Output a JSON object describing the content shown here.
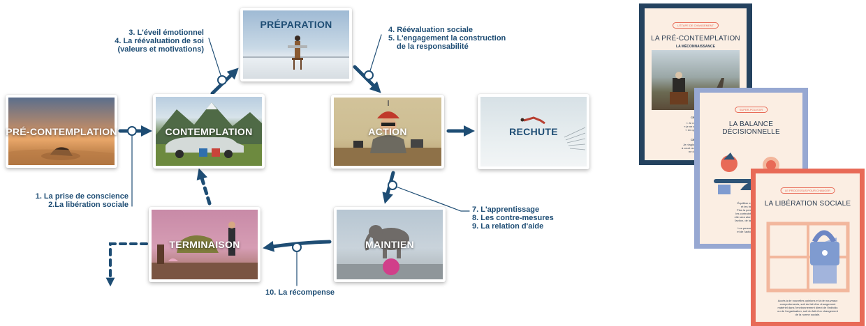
{
  "stages": {
    "precontemplation": "PRÉ-CONTEMPLATION",
    "contemplation": "CONTEMPLATION",
    "preparation": "PRÉPARATION",
    "action": "ACTION",
    "rechute": "RECHUTE",
    "maintien": "MAINTIEN",
    "terminaison": "TERMINAISON"
  },
  "processes": {
    "p1": "1. La prise de conscience",
    "p2": "2.La libération sociale",
    "p3": "3. L'éveil émotionnel",
    "p4a": "4. La réévaluation de soi",
    "p4b": "(valeurs et motivations)",
    "p5a": "4. Réévaluation sociale",
    "p5b": "5. L'engagement la construction",
    "p5c": "de la responsabilité",
    "p7": "7. L'apprentissage",
    "p8": "8. Les contre-mesures",
    "p9": "9. La relation d'aide",
    "p10": "10. La récompense"
  },
  "posters": {
    "first": {
      "tag": "L'ÉTAPE DE CHANGEMENT",
      "title": "LA PRÉ-CONTEMPLATION",
      "subtitle": "LA MÉCONNAISSANCE",
      "line1": "CE QUI",
      "line2": "« Je ne suis pa",
      "line3": "« je ne sais pas qu",
      "line4": "« en quoi suis-jo",
      "line5": "CE QUI",
      "line6": "Je n'agis pas, je n'ai",
      "line7": "à court ou moyen term",
      "line8": "ne demand"
    },
    "second": {
      "tag": "SUPER-POUVOIR",
      "title": "LA BALANCE DÉCISIONNELLE",
      "line1": "Équilibre entre les cou",
      "line2": "et les bénéfices, ",
      "line3": "Plus la personne perço",
      "line4": "les contraintes vont pesa",
      "line5": "elle sera alors de plus en p",
      "line6": "l'action, de la réaliser et de",
      "line7": "Les personnes au sta",
      "line8": "et de l'action ont une b"
    },
    "third": {
      "tag": "LE PROCESSUS POUR CHANGER",
      "title": "LA LIBÉRATION SOCIALE",
      "line1": "Accès à de nouvelles opinions et à de nouveaux",
      "line2": "comportements, soit du fait d'un changement",
      "line3": "matériel dans l'environnement direct de l'individu",
      "line4": "ou de l'organisation, soit du fait d'un changement",
      "line5": "de la norme sociale."
    }
  },
  "colors": {
    "accent": "#1e4d74",
    "poster_navy": "#24425f",
    "poster_periwinkle": "#97a8d2",
    "poster_coral": "#e86a57",
    "poster_bg": "#fbeee3"
  }
}
